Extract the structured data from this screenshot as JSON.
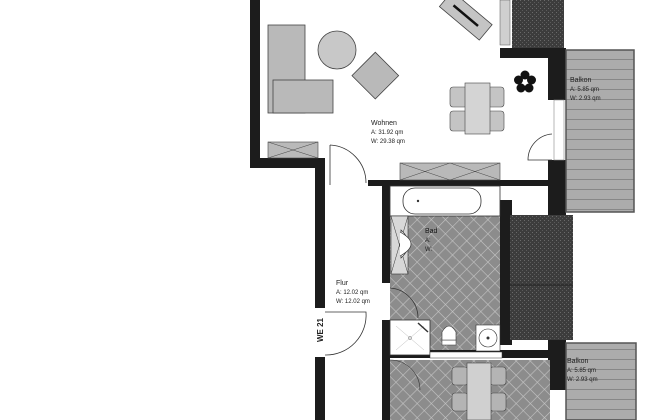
{
  "document": {
    "type": "floor-plan",
    "unit_label": "WE 21"
  },
  "rooms": {
    "wohnen": {
      "name": "Wohnen",
      "area_a": "A: 31.92 qm",
      "area_w": "W: 29.38 qm"
    },
    "balkon_top": {
      "name": "Balkon",
      "area_a": "A: 5.85 qm",
      "area_w": "W: 2.93 qm"
    },
    "bad": {
      "name": "Bad",
      "area_a": "A: ",
      "area_w": "W: "
    },
    "flur": {
      "name": "Flur",
      "area_a": "A: 12.02 qm",
      "area_w": "W: 12.02 qm"
    },
    "balkon_bottom": {
      "name": "Balkon",
      "area_a": "A: 5.85 qm",
      "area_w": "W: 2.93 qm"
    }
  },
  "colors": {
    "wall": "#1c1c1c",
    "furniture": "#b9b9b9",
    "tile": "#8a8a8a",
    "balcony": "#aaaaaa",
    "dark_fill": "#3a3a3a",
    "background": "#ffffff"
  }
}
